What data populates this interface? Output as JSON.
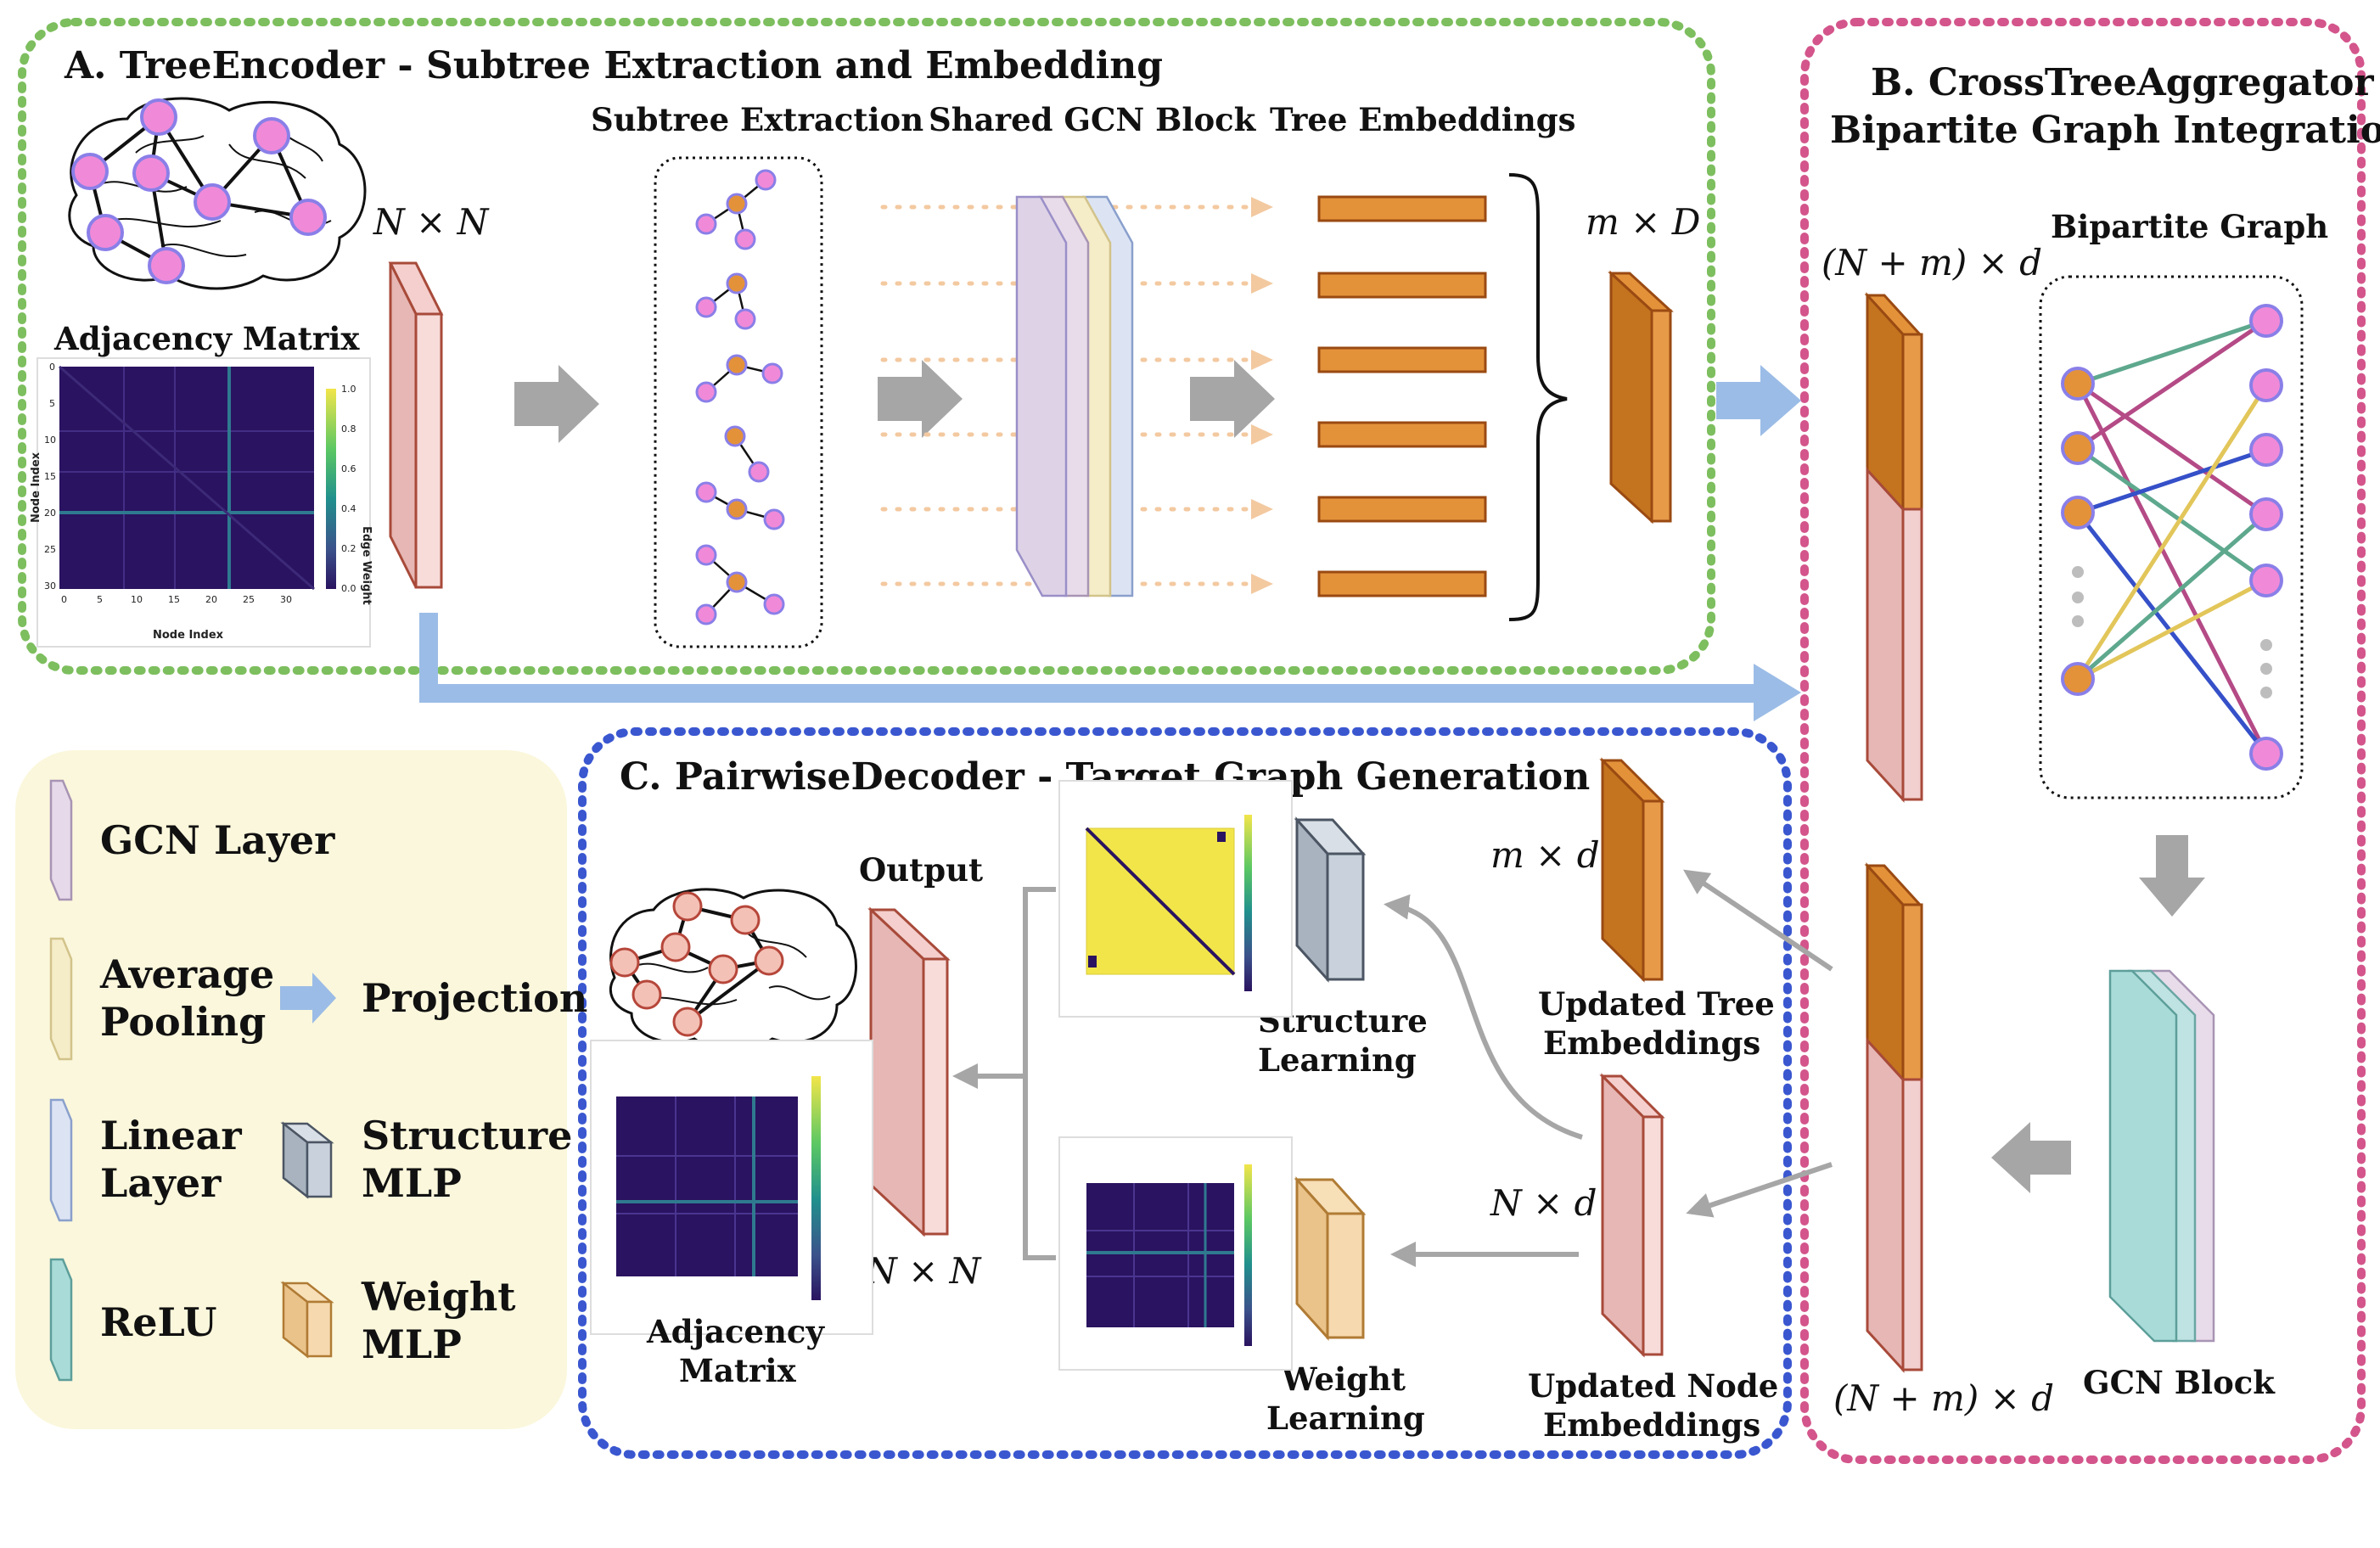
{
  "panel_a": {
    "title": "A. TreeEncoder - Subtree Extraction and Embedding",
    "subtree_extraction": "Subtree Extraction",
    "shared_gcn": "Shared GCN Block",
    "tree_embeddings": "Tree Embeddings",
    "adjacency_matrix": "Adjacency Matrix",
    "dim_nn": "N × N",
    "dim_md": "m × D",
    "heatmap": {
      "x_label": "Node Index",
      "y_label": "Node Index",
      "colorbar_label": "Edge Weight",
      "x_ticks": [
        "0",
        "5",
        "10",
        "15",
        "20",
        "25",
        "30"
      ],
      "y_ticks": [
        "0",
        "5",
        "10",
        "15",
        "20",
        "25",
        "30"
      ],
      "colorbar_ticks": [
        "1.0",
        "0.8",
        "0.6",
        "0.4",
        "0.2",
        "0.0"
      ]
    }
  },
  "panel_b": {
    "title_line1": "B. CrossTreeAggregator -",
    "title_line2": "Bipartite Graph Integration",
    "bipartite_graph": "Bipartite Graph",
    "dim_top": "(N + m) × d",
    "dim_bottom": "(N + m) × d",
    "gcn_block": "GCN Block"
  },
  "panel_c": {
    "title": "C. PairwiseDecoder - Target Graph Generation",
    "output": "Output",
    "dim_nn": "N × N",
    "adjacency_line1": "Adjacency",
    "adjacency_line2": "Matrix",
    "structure_learning_line1": "Structure",
    "structure_learning_line2": "Learning",
    "weight_learning_line1": "Weight",
    "weight_learning_line2": "Learning",
    "dim_md": "m × d",
    "dim_nd": "N × d",
    "updated_tree_line1": "Updated Tree",
    "updated_tree_line2": "Embeddings",
    "updated_node_line1": "Updated Node",
    "updated_node_line2": "Embeddings"
  },
  "legend": {
    "gcn_layer": "GCN Layer",
    "average_pooling_line1": "Average",
    "average_pooling_line2": "Pooling",
    "projection": "Projection",
    "linear_layer_line1": "Linear",
    "linear_layer_line2": "Layer",
    "structure_mlp_line1": "Structure",
    "structure_mlp_line2": "MLP",
    "relu": "ReLU",
    "weight_mlp_line1": "Weight",
    "weight_mlp_line2": "MLP"
  },
  "colors": {
    "panel_a_border": "#7dbe5e",
    "panel_b_border": "#d3558b",
    "panel_c_border": "#3a57d0",
    "legend_bg": "#fbf7dc",
    "tree_orange": "#e4923a",
    "node_pink": "#f08ad8",
    "node_pink_outline": "#8a7fe8",
    "embedding_pink": "#f2d0cf",
    "projection_blue": "#9bbce6",
    "gray_arrow": "#a6a6a6",
    "heatmap_dark": "#2a1360",
    "heatmap_yellow": "#f2e54a"
  }
}
